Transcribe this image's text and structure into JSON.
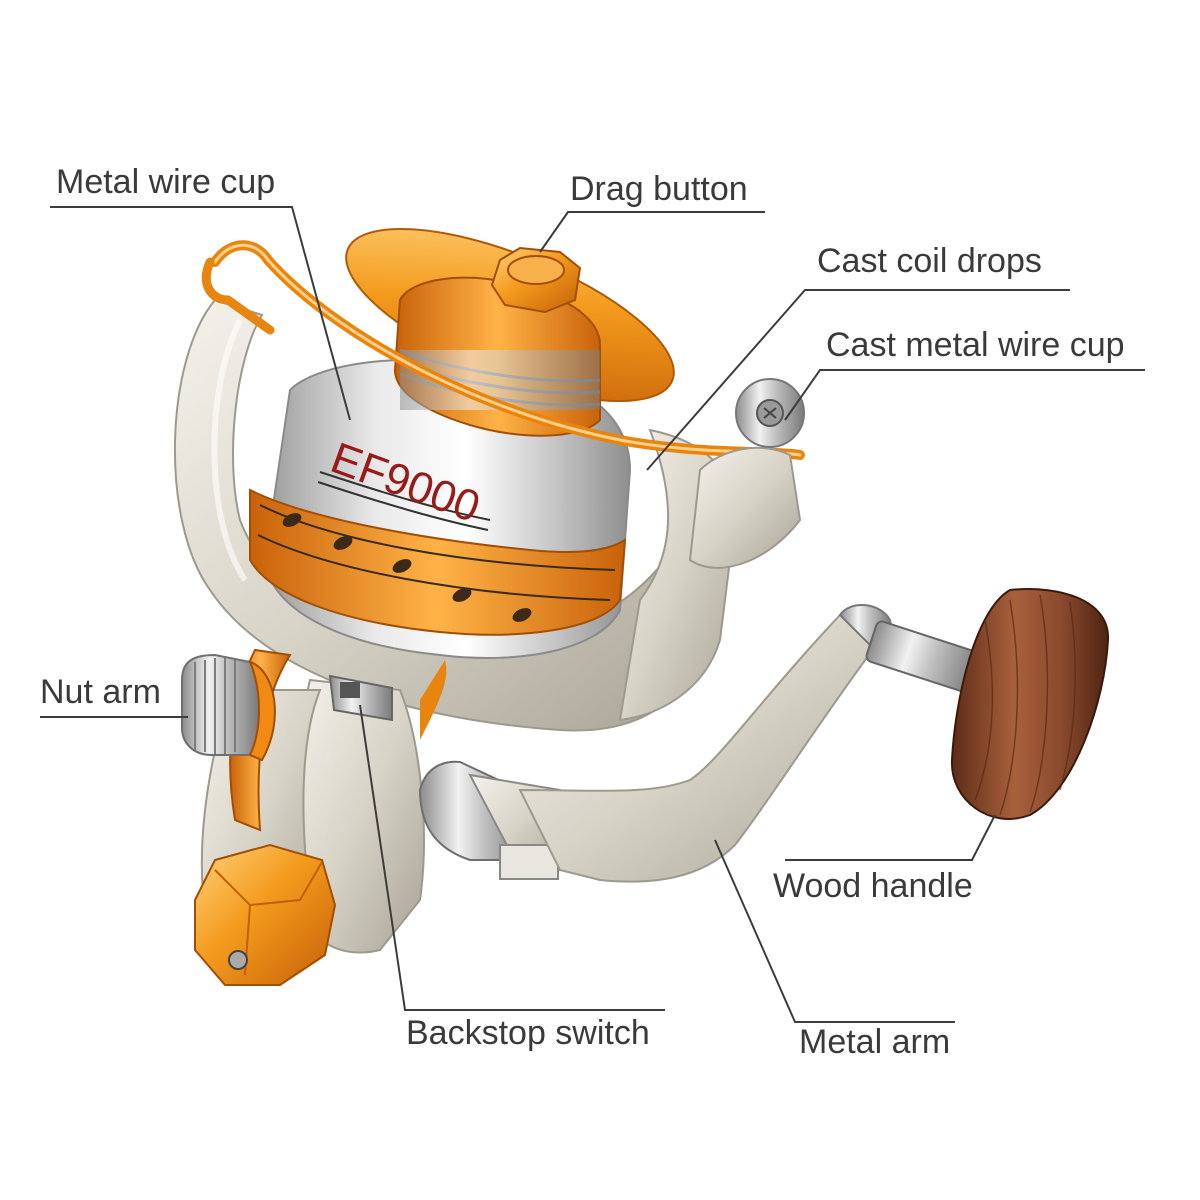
{
  "diagram": {
    "model_marking": "EF9000",
    "labels": {
      "metal_wire_cup": "Metal wire cup",
      "drag_button": "Drag button",
      "cast_coil_drops": "Cast coil drops",
      "cast_metal_wire_cup": "Cast metal wire cup",
      "nut_arm": "Nut arm",
      "wood_handle": "Wood handle",
      "backstop_switch": "Backstop switch",
      "metal_arm": "Metal arm"
    }
  },
  "colors": {
    "background": "#ffffff",
    "label_text": "#3a3a3a",
    "leader_line": "#3c3c3c",
    "orange_accent": "#f08a14",
    "silver_body": "#d9d5cc",
    "chrome": "#c8c8c8",
    "wood": "#8a4a2e",
    "model_text": "#9a1a1a"
  }
}
